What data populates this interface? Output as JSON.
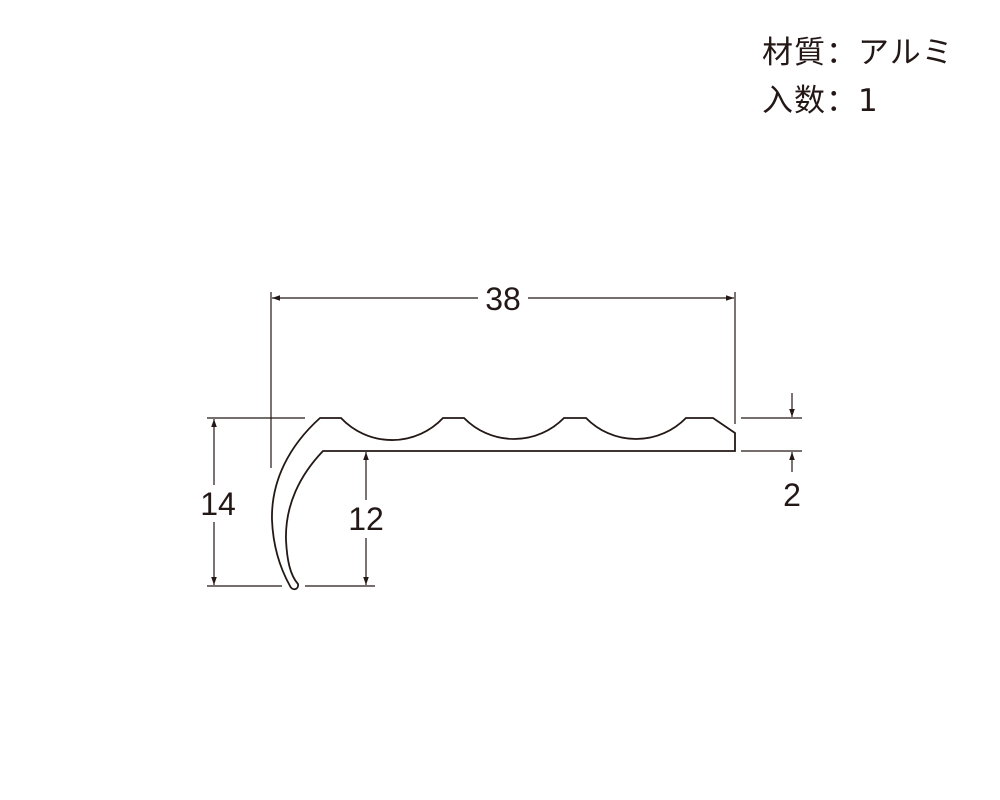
{
  "specs": {
    "material": "材質：アルミ",
    "quantity": "入数：1"
  },
  "dimensions": {
    "width": "38",
    "height_total": "14",
    "height_inner": "12",
    "thickness": "2"
  }
}
